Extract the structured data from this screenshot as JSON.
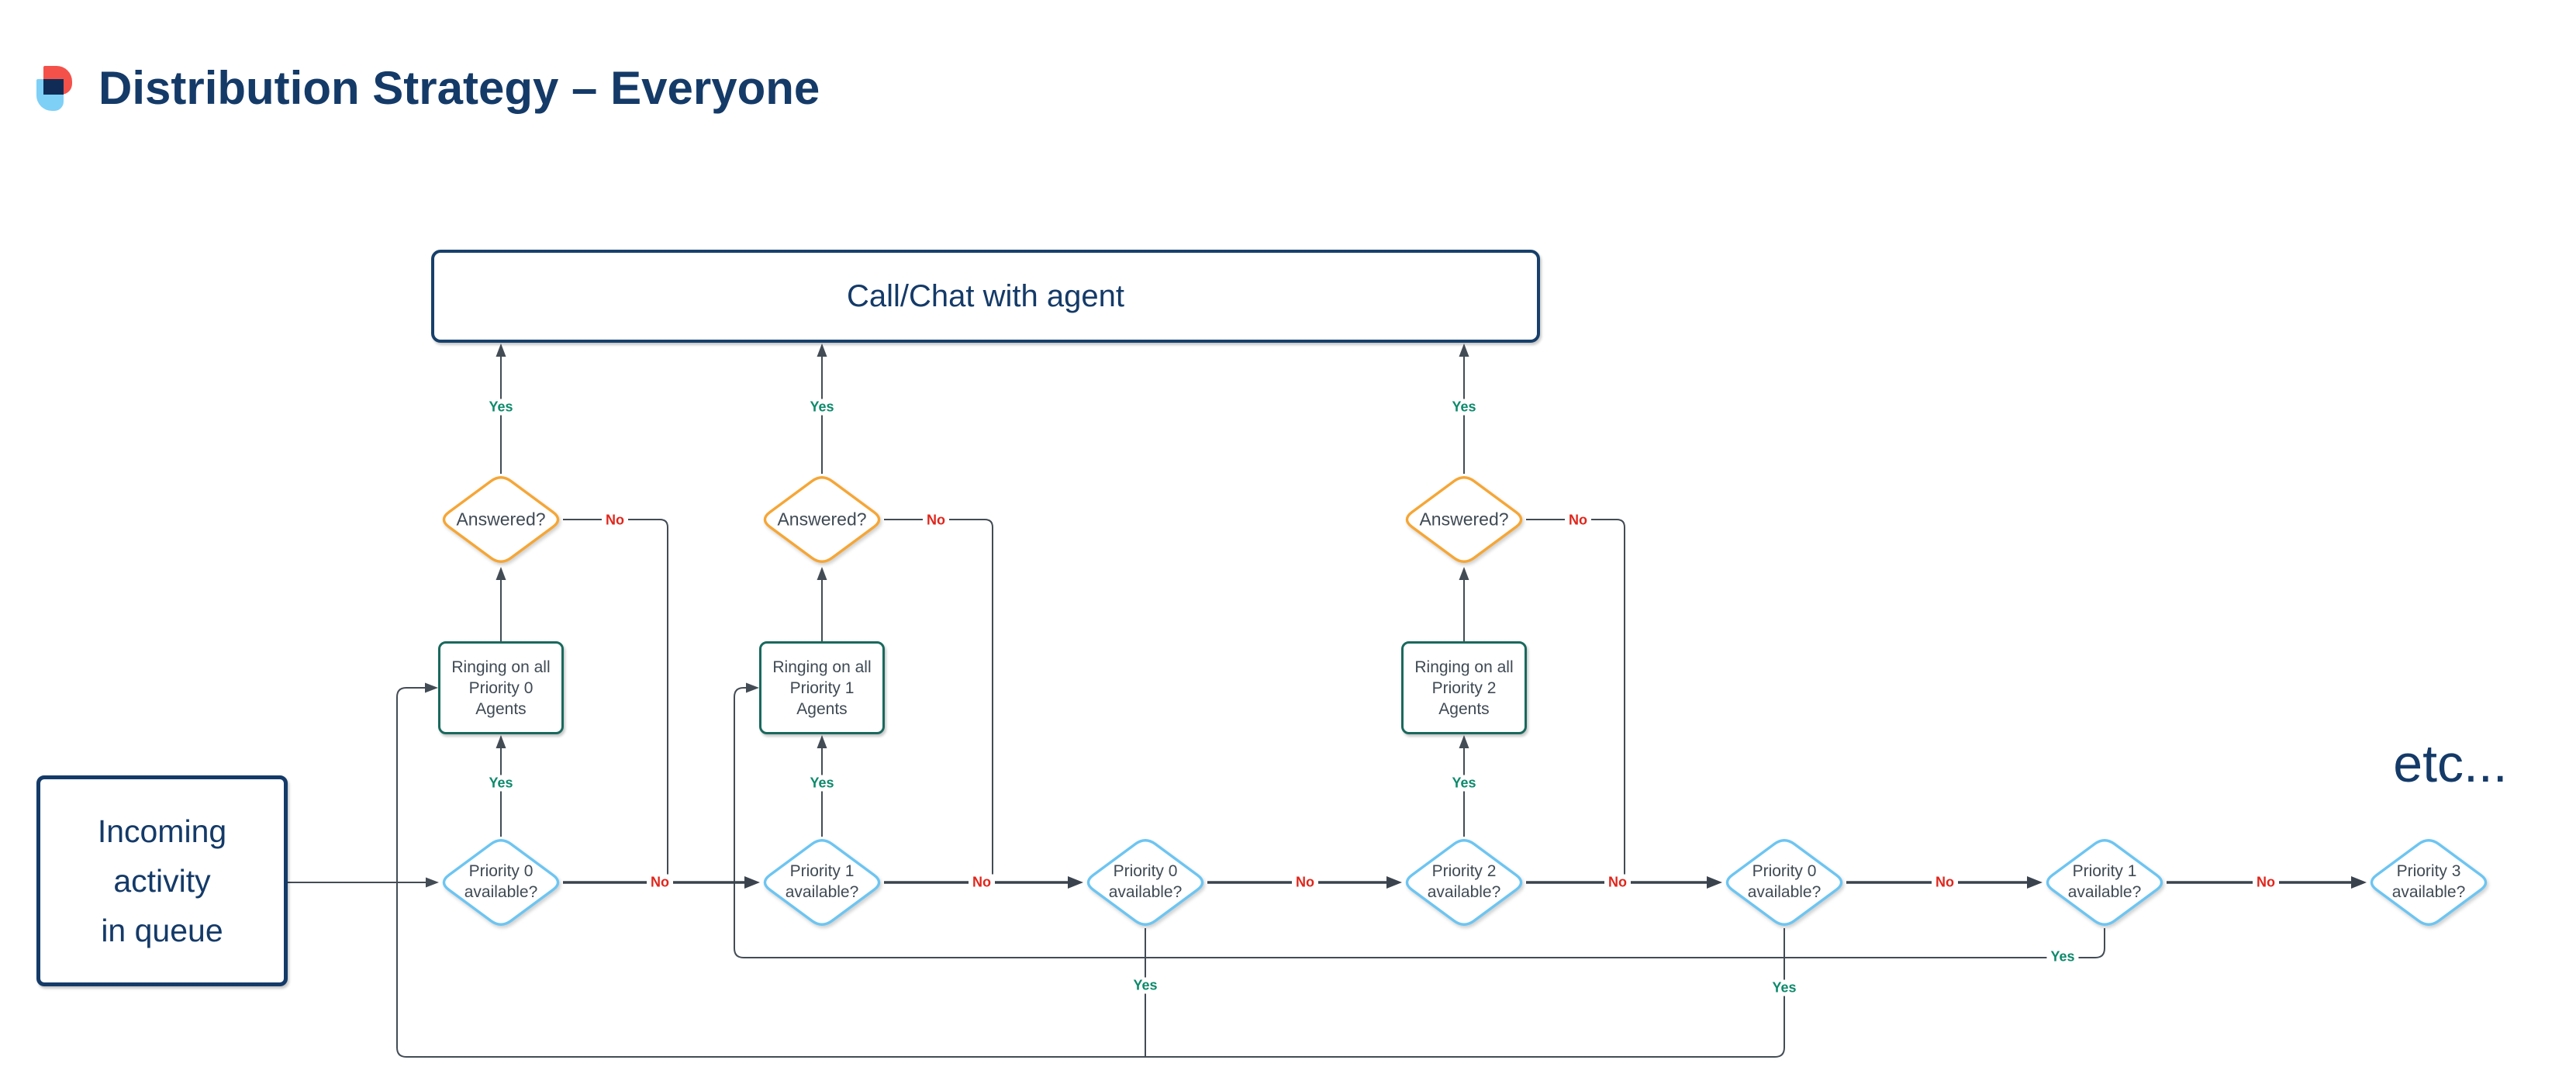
{
  "title": "Distribution Strategy – Everyone",
  "colors": {
    "navy": "#143A68",
    "slate": "#3F4A54",
    "line": "#434C55",
    "flow": "#3A434D",
    "orange": "#F6A635",
    "teal": "#19695D",
    "lightblue": "#6CC5F2",
    "yes_green": "#0E8A6C",
    "no_red": "#E1251B",
    "logo_red": "#F4514B",
    "logo_blue": "#7ED0F7",
    "logo_navy": "#102C56",
    "bg": "#FFFFFF"
  },
  "nodes": {
    "call": "Call/Chat with agent",
    "incoming": [
      "Incoming",
      "activity",
      "in queue"
    ],
    "ringing": [
      [
        "Ringing on all",
        "Priority 0",
        "Agents"
      ],
      [
        "Ringing on all",
        "Priority 1",
        "Agents"
      ],
      [
        "Ringing on all",
        "Priority 2",
        "Agents"
      ]
    ],
    "answered": "Answered?",
    "priority": [
      [
        "Priority 0",
        "available?"
      ],
      [
        "Priority 1",
        "available?"
      ],
      [
        "Priority 0",
        "available?"
      ],
      [
        "Priority 2",
        "available?"
      ],
      [
        "Priority 0",
        "available?"
      ],
      [
        "Priority 1",
        "available?"
      ],
      [
        "Priority 3",
        "available?"
      ]
    ],
    "etc": "etc..."
  },
  "edge_labels": {
    "yes": "Yes",
    "no": "No"
  }
}
